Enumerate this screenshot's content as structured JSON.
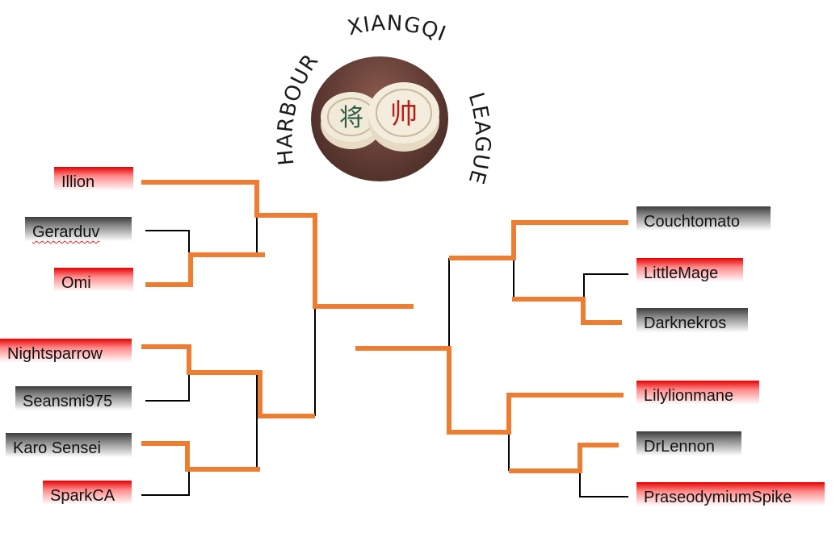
{
  "logo": {
    "word_top": "XIANGQI",
    "word_left": "HARBOUR",
    "word_right": "LEAGUE",
    "piece_left_icon": "general-piece-icon",
    "piece_right_icon": "marshal-piece-icon"
  },
  "players": {
    "left": [
      "Illion",
      "Gerarduv",
      "Omi",
      "Nightsparrow",
      "Seansmi975",
      "Karo Sensei",
      "SparkCA"
    ],
    "right": [
      "Couchtomato",
      "LittleMage",
      "Darknekros",
      "Lilylionmane",
      "DrLennon",
      "PraseodymiumSpike"
    ]
  },
  "colors": {
    "advance_line": "#ED7D31",
    "plain_line": "#000000",
    "red_tag": "#E60000",
    "grey_tag": "#3D3D3D"
  }
}
